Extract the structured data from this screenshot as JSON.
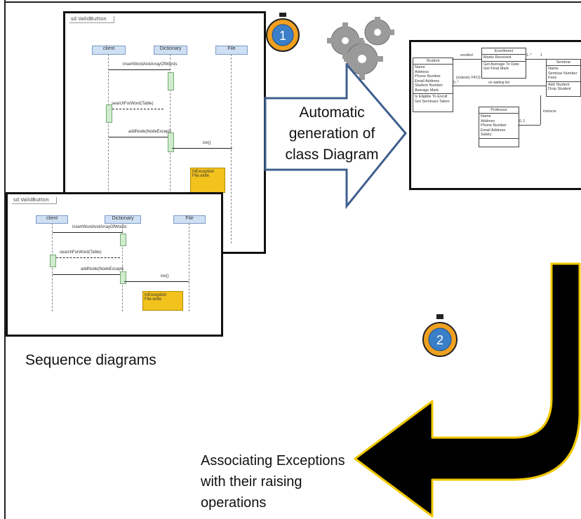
{
  "back_diagram": {
    "tab": "sd ValidButton",
    "lifelines": [
      "client",
      "Dictionary",
      "File"
    ],
    "messages": [
      "insertWordAndArrayOfWords",
      "",
      "",
      ""
    ],
    "small_labels": [
      "searchForWord(Table)",
      "addNode(NodeExcept)",
      "iox()"
    ],
    "note": "InException File.write"
  },
  "front_diagram": {
    "tab": "sd ValidButton",
    "lifelines": [
      "client",
      "Dictionary",
      "File"
    ],
    "small_labels": [
      "insertWordAndArrayOfWords",
      "searchForWord(Table)",
      "addNode(NodeExcept)",
      "iox()"
    ],
    "note": "InException File.write"
  },
  "steps": {
    "step1": "1",
    "step2": "2"
  },
  "labels": {
    "automatic": [
      "Automatic",
      "generation of",
      "class Diagram"
    ],
    "sequence": "Sequence diagrams",
    "associating": [
      "Associating Exceptions",
      "with their raising",
      "operations"
    ]
  },
  "class_diagram": {
    "student": {
      "title": "Student",
      "attrs": [
        "Name",
        "Address",
        "Phone Number",
        "Email Address",
        "Student Number",
        "Average Mark"
      ],
      "ops": [
        "Is Eligible To Enroll",
        "Get Seminars Taken"
      ]
    },
    "enrollment": {
      "title": "Enrollment",
      "attrs": [
        "Marks Received"
      ],
      "ops": [
        "Get Average To Date",
        "Get Final Mark"
      ]
    },
    "seminar": {
      "title": "Seminar",
      "attrs": [
        "Name",
        "Seminar Number",
        "Fees"
      ],
      "ops": [
        "Add Student",
        "Drop Student"
      ]
    },
    "professor": {
      "title": "Professor",
      "attrs": [
        "Name",
        "Address",
        "Phone Number",
        "Email Address",
        "Salary"
      ],
      "ops": []
    },
    "assoc_labels": [
      "enrolled",
      "1..*",
      "1",
      "0..*",
      "on waiting list",
      "instructs",
      "0..1",
      "{ordered, FIFO}"
    ]
  },
  "colors": {
    "gear": "#9a9a9a",
    "arrow_outline": "#3f5f8f",
    "curved_arrow": "#000000",
    "curved_arrow_edge": "#f0c800",
    "stopwatch": "#f0a020",
    "stopwatch_face": "#3a7fc8"
  }
}
